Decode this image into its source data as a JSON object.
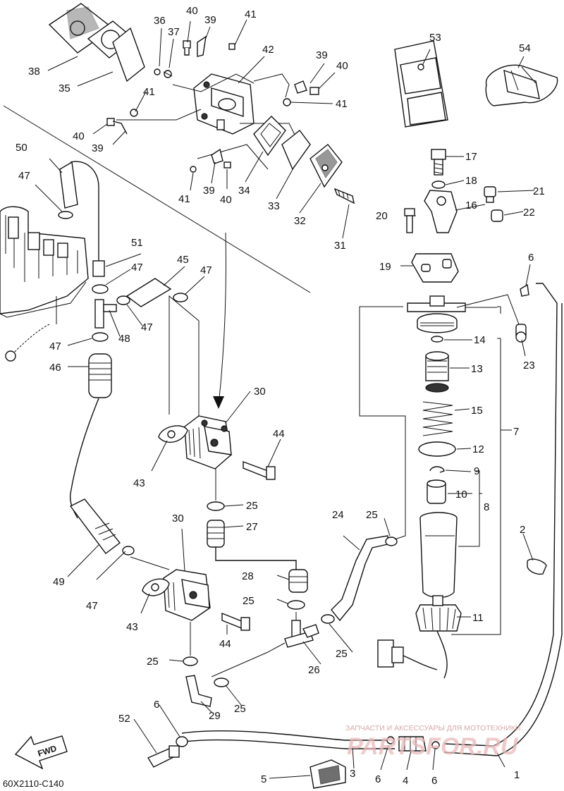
{
  "diagram": {
    "drawing_code": "60X2110-C140",
    "fwd_label": "FWD",
    "watermark": {
      "caption": "ЗАПЧАСТИ И АКСЕССУАРЫ ДЛЯ МОТОТЕХНИКИ",
      "brand": "PARTSFOR.RU"
    },
    "callouts": {
      "c1": "1",
      "c2": "2",
      "c3": "3",
      "c4": "4",
      "c5": "5",
      "c6a": "6",
      "c6b": "6",
      "c6c": "6",
      "c6d": "6",
      "c7": "7",
      "c8": "8",
      "c9": "9",
      "c10": "10",
      "c11": "11",
      "c12": "12",
      "c13": "13",
      "c14": "14",
      "c15": "15",
      "c16": "16",
      "c17": "17",
      "c18": "18",
      "c19": "19",
      "c20": "20",
      "c21": "21",
      "c22": "22",
      "c23": "23",
      "c24": "24",
      "c25a": "25",
      "c25b": "25",
      "c25c": "25",
      "c25d": "25",
      "c25e": "25",
      "c25f": "25",
      "c26": "26",
      "c27": "27",
      "c28": "28",
      "c29": "29",
      "c30a": "30",
      "c30b": "30",
      "c31": "31",
      "c32": "32",
      "c33": "33",
      "c34": "34",
      "c35": "35",
      "c36": "36",
      "c37": "37",
      "c38": "38",
      "c39a": "39",
      "c39b": "39",
      "c39c": "39",
      "c39d": "39",
      "c40a": "40",
      "c40b": "40",
      "c40c": "40",
      "c40d": "40",
      "c41a": "41",
      "c41b": "41",
      "c41c": "41",
      "c41d": "41",
      "c42": "42",
      "c43a": "43",
      "c43b": "43",
      "c44a": "44",
      "c44b": "44",
      "c45": "45",
      "c46": "46",
      "c47a": "47",
      "c47b": "47",
      "c47c": "47",
      "c47d": "47",
      "c47e": "47",
      "c47f": "47",
      "c48": "48",
      "c49": "49",
      "c50": "50",
      "c51": "51",
      "c52": "52",
      "c53": "53",
      "c54": "54"
    }
  }
}
